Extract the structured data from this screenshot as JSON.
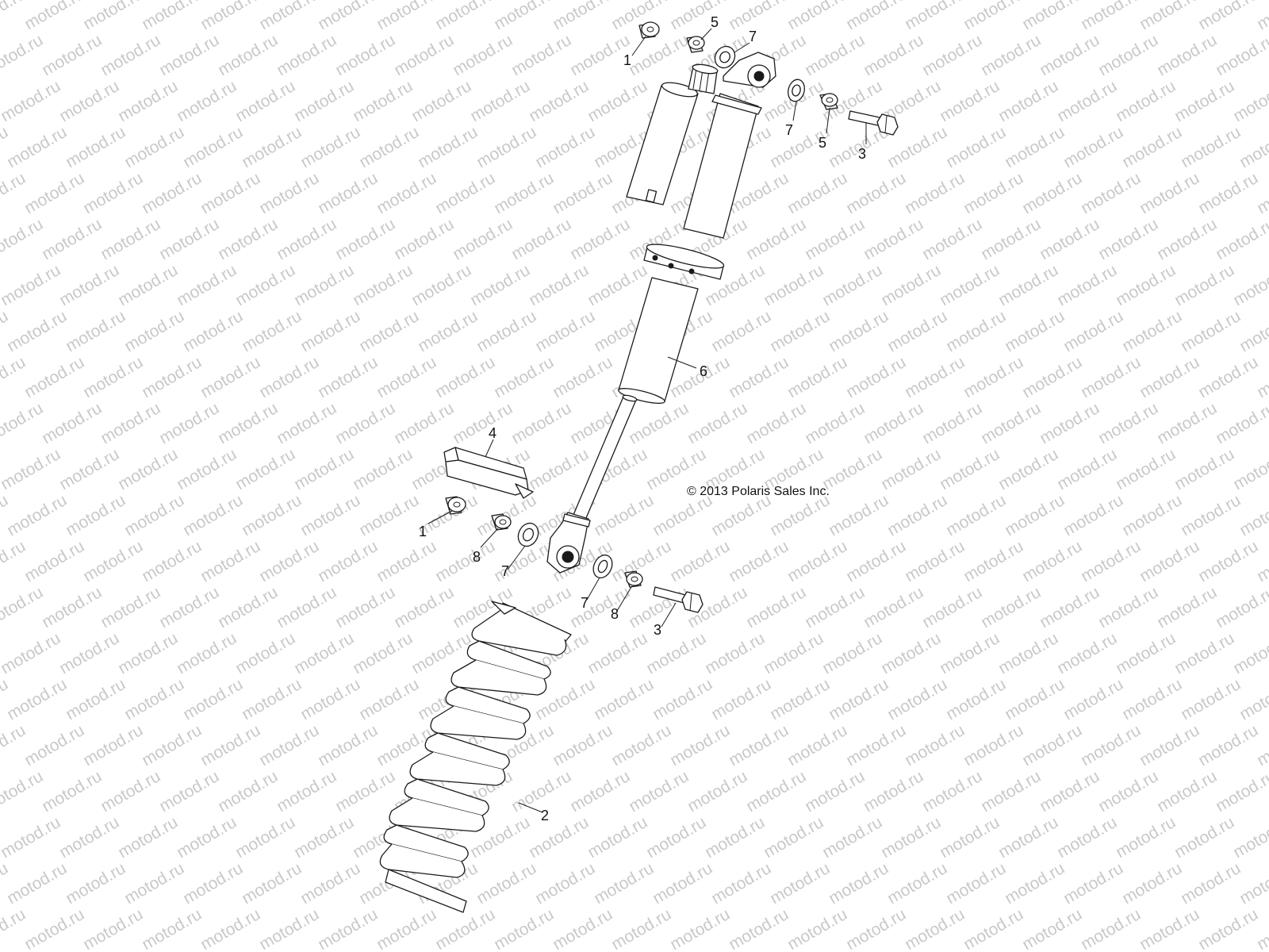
{
  "watermark": {
    "text": "motod.ru"
  },
  "copyright": "© 2013 Polaris Sales Inc.",
  "callouts": {
    "c1_top": "1",
    "c5_top": "5",
    "c7_top": "7",
    "c7_right": "7",
    "c5_right": "5",
    "c3_top": "3",
    "c6": "6",
    "c4": "4",
    "c1_bottom": "1",
    "c8_left": "8",
    "c7_left_bottom": "7",
    "c7_right_bottom": "7",
    "c8_right": "8",
    "c3_bottom": "3",
    "c2": "2"
  }
}
